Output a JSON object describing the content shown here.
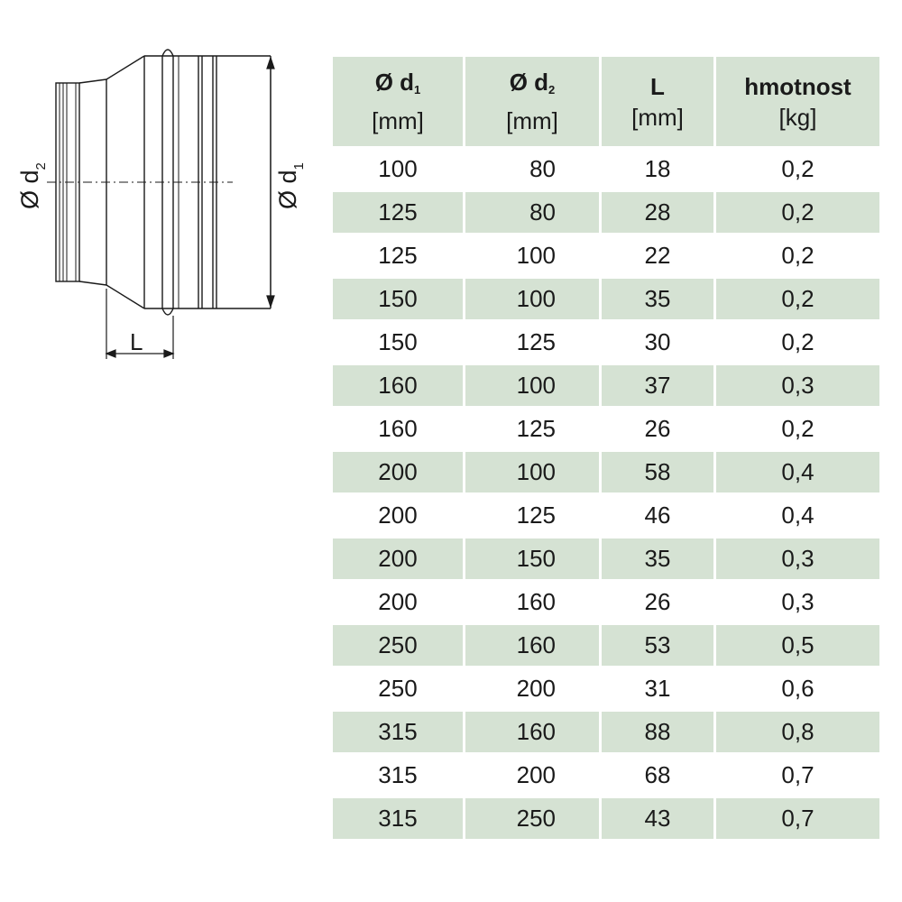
{
  "drawing": {
    "label_d2": "Ø d",
    "label_d2_sub": "2",
    "label_d1": "Ø d",
    "label_d1_sub": "1",
    "label_L": "L"
  },
  "table": {
    "columns": [
      {
        "main": "Ø d",
        "sub": "1",
        "unit": "[mm]"
      },
      {
        "main": "Ø d",
        "sub": "2",
        "unit": "[mm]"
      },
      {
        "main": "L",
        "sub": "",
        "unit": "[mm]"
      },
      {
        "main": "hmotnost",
        "sub": "",
        "unit": "[kg]"
      }
    ],
    "rows": [
      {
        "d1": "100",
        "d2": "80",
        "L": "18",
        "mass": "0,2"
      },
      {
        "d1": "125",
        "d2": "80",
        "L": "28",
        "mass": "0,2"
      },
      {
        "d1": "125",
        "d2": "100",
        "L": "22",
        "mass": "0,2"
      },
      {
        "d1": "150",
        "d2": "100",
        "L": "35",
        "mass": "0,2"
      },
      {
        "d1": "150",
        "d2": "125",
        "L": "30",
        "mass": "0,2"
      },
      {
        "d1": "160",
        "d2": "100",
        "L": "37",
        "mass": "0,3"
      },
      {
        "d1": "160",
        "d2": "125",
        "L": "26",
        "mass": "0,2"
      },
      {
        "d1": "200",
        "d2": "100",
        "L": "58",
        "mass": "0,4"
      },
      {
        "d1": "200",
        "d2": "125",
        "L": "46",
        "mass": "0,4"
      },
      {
        "d1": "200",
        "d2": "150",
        "L": "35",
        "mass": "0,3"
      },
      {
        "d1": "200",
        "d2": "160",
        "L": "26",
        "mass": "0,3"
      },
      {
        "d1": "250",
        "d2": "160",
        "L": "53",
        "mass": "0,5"
      },
      {
        "d1": "250",
        "d2": "200",
        "L": "31",
        "mass": "0,6"
      },
      {
        "d1": "315",
        "d2": "160",
        "L": "88",
        "mass": "0,8"
      },
      {
        "d1": "315",
        "d2": "200",
        "L": "68",
        "mass": "0,7"
      },
      {
        "d1": "315",
        "d2": "250",
        "L": "43",
        "mass": "0,7"
      }
    ]
  },
  "colors": {
    "row_shade": "#d5e2d3",
    "line": "#1a1a1a"
  }
}
